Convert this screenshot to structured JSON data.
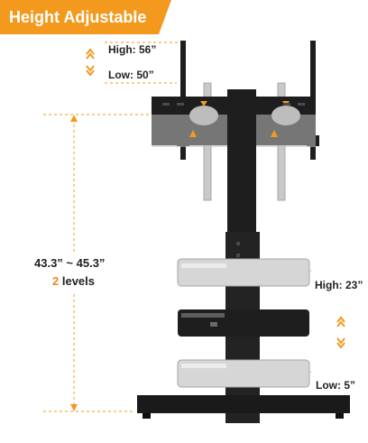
{
  "banner": {
    "title": "Height Adjustable"
  },
  "mount_height": {
    "high": "High: 56”",
    "low": "Low: 50”"
  },
  "total_height": {
    "range": "43.3”  ~  45.3”",
    "levels_number": "2",
    "levels_word": "levels"
  },
  "shelf_height": {
    "high": "High: 23”",
    "low": "Low: 5”"
  },
  "colors": {
    "accent": "#f39a1e",
    "stand": "#1e1e1e",
    "ghost": "#bcbcbc",
    "text": "#222222"
  }
}
